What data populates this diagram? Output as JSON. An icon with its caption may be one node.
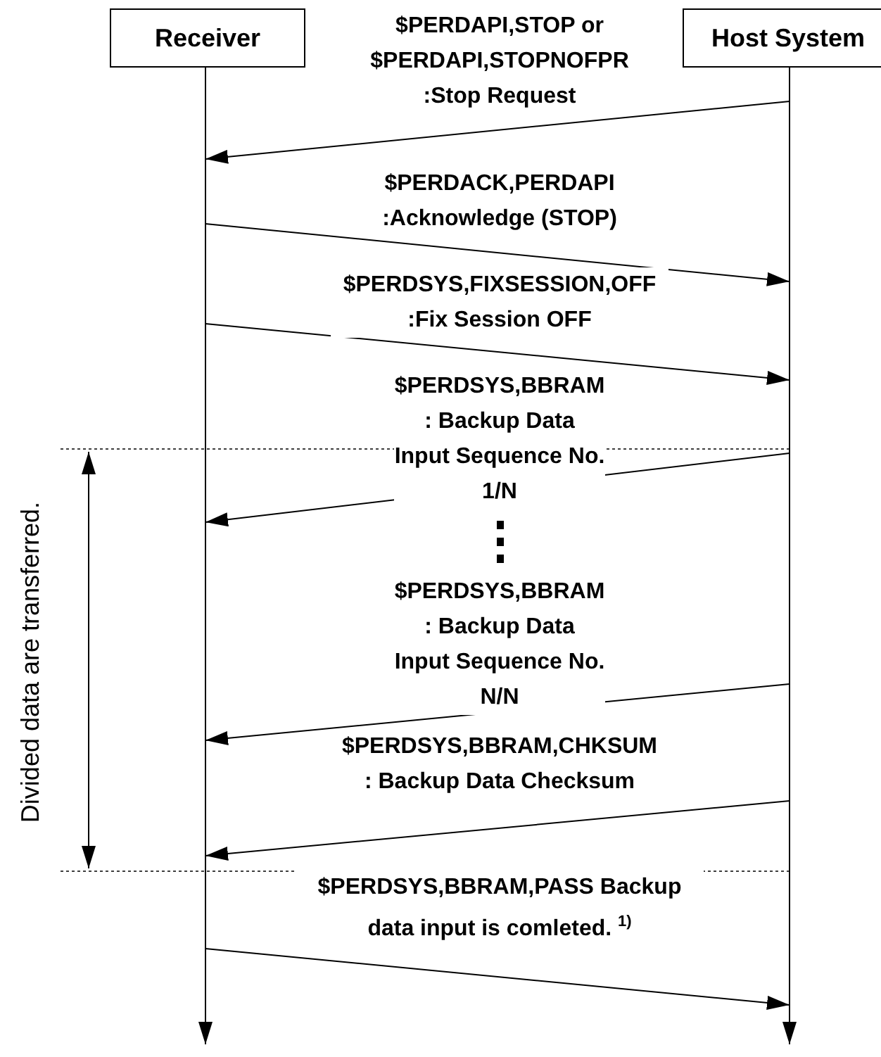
{
  "diagram": {
    "nodes": [
      {
        "text": [
          "Receiver"
        ]
      },
      {
        "text": [
          "Host System"
        ]
      }
    ],
    "edges": [
      {
        "from": 1,
        "to": 0,
        "arrow": "to",
        "label": "$PERDAPI,STOP or $PERDAPI,STOPNOFPR :Stop Request"
      },
      {
        "from": 0,
        "to": 1,
        "arrow": "to",
        "label": "$PERDACK,PERDAPI :Acknowledge (STOP)"
      },
      {
        "from": 0,
        "to": 1,
        "arrow": "to",
        "label": "$PERDSYS,FIXSESSION,OFF :Fix Session OFF"
      },
      {
        "from": 1,
        "to": 0,
        "arrow": "to",
        "label": "$PERDSYS,BBRAM : Backup Data Input Sequence No. 1/N"
      },
      {
        "from": 1,
        "to": 0,
        "arrow": "to",
        "label": "$PERDSYS,BBRAM : Backup Data Input Sequence No. N/N"
      },
      {
        "from": 1,
        "to": 0,
        "arrow": "to",
        "label": "$PERDSYS,BBRAM,CHKSUM : Backup Data Checksum"
      },
      {
        "from": 0,
        "to": 1,
        "arrow": "to",
        "label": "$PERDSYS,BBRAM,PASS Backup data input is comleted. $^{1)}$"
      }
    ],
    "labels": [
      "Divided data are transferred."
    ]
  }
}
